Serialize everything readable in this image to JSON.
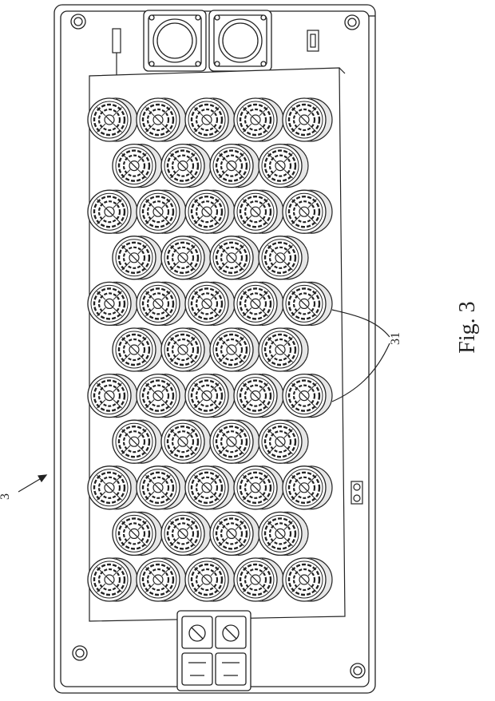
{
  "figure": {
    "caption": "Fig. 3",
    "device_reference": "3",
    "transducer_reference": "31"
  },
  "colors": {
    "ink": "#222222",
    "paper": "#ffffff",
    "shade": "#e6e6e6"
  },
  "transducer_array": {
    "row_counts": [
      5,
      4,
      5,
      4,
      5,
      4,
      5,
      4,
      5,
      4,
      5
    ],
    "total": 50
  }
}
